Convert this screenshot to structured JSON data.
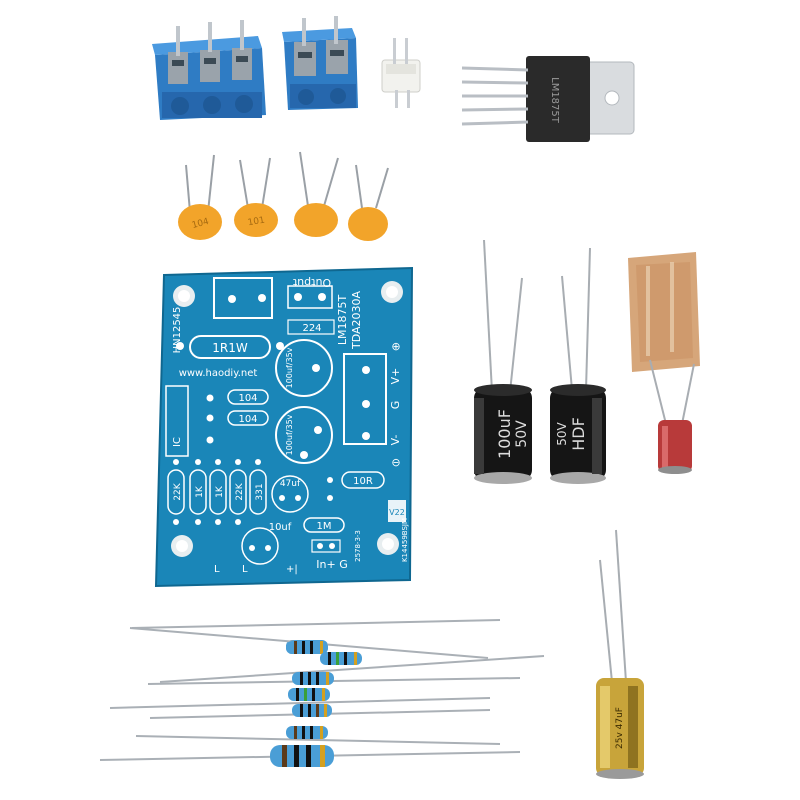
{
  "pcb": {
    "model": "HN12545",
    "website": "www.haodiy.net",
    "chips": "LM1875T\nTDA2030A",
    "chip1": "LM1875T",
    "chip2": "TDA2030A",
    "output_label": "Output",
    "r_1r1w": "1R1W",
    "cap_224": "224",
    "cap_100uf_a": "100uf/35v",
    "cap_100uf_b": "100uf/35v",
    "cap_104_a": "104",
    "cap_104_b": "104",
    "ic_label": "IC",
    "r_22k_a": "22K",
    "r_1k_a": "1K",
    "r_1k_b": "1K",
    "r_22k_b": "22K",
    "r_331": "331",
    "cap_47uf": "47uf",
    "r_10r": "10R",
    "v22": "V22",
    "cap_10uf": "10uf",
    "r_1m": "1M",
    "input_label": "In+  G",
    "rail_minus": "V-",
    "rail_g": "G",
    "rail_plus": "V+",
    "date_code": "2578-3-3",
    "side_code": "K14459BSJM"
  },
  "parts": {
    "ic_marking": "LM1875T",
    "cap_large_a": "100uF",
    "cap_large_a_v": "50V",
    "cap_large_b": "HDF",
    "cap_large_b_v": "50V",
    "cap_small_gold": "25v 47uF",
    "ceramic_a": "104",
    "ceramic_b": "101",
    "colors": {
      "pcb": "#1a86b8",
      "terminal_blue": "#2e7fc8",
      "capacitor_black": "#151515",
      "ceramic_orange": "#f2a42a",
      "resistor_blue": "#4a9ed6",
      "gold_cap": "#c8a43a"
    }
  }
}
